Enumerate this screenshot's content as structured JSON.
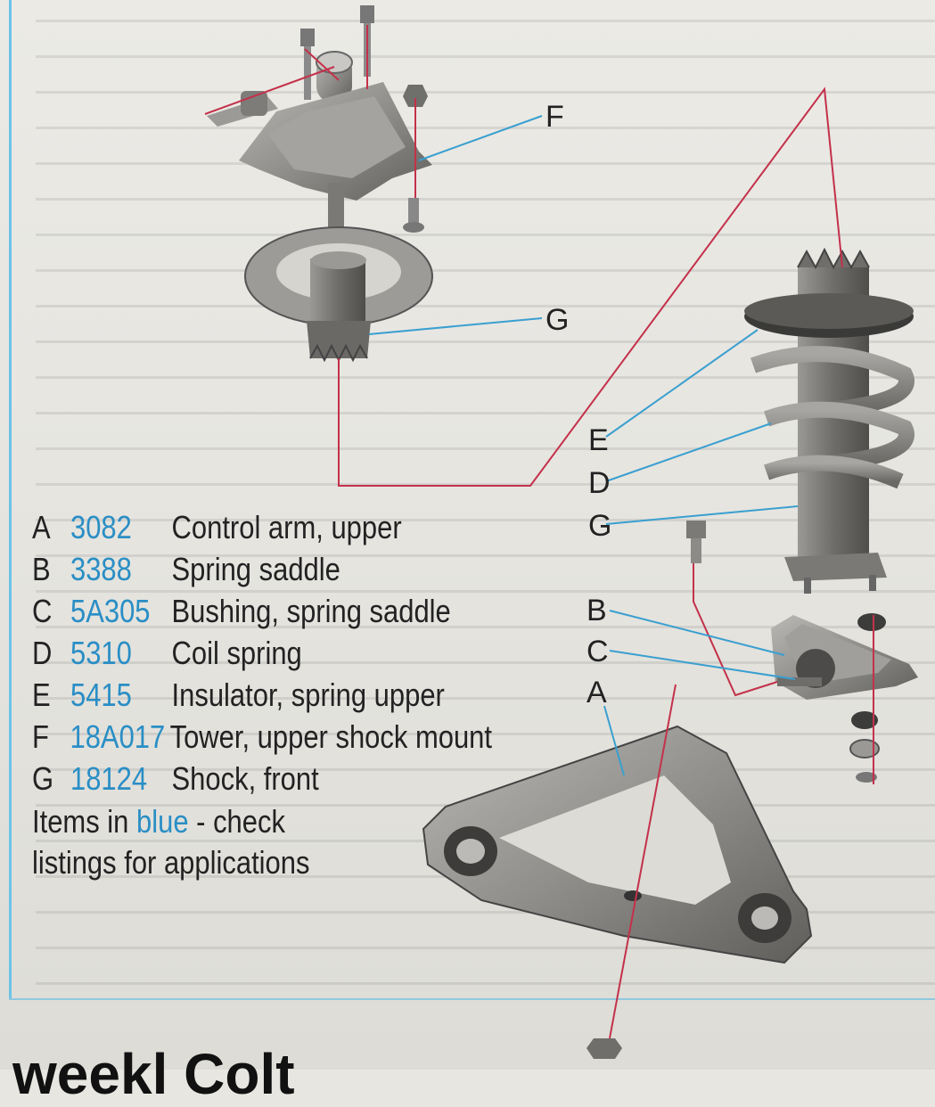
{
  "legend": [
    {
      "letter": "A",
      "code": "3082",
      "description": "Control arm, upper"
    },
    {
      "letter": "B",
      "code": "3388",
      "description": "Spring saddle"
    },
    {
      "letter": "C",
      "code": "5A305",
      "description": "Bushing, spring saddle"
    },
    {
      "letter": "D",
      "code": "5310",
      "description": "Coil spring"
    },
    {
      "letter": "E",
      "code": "5415",
      "description": "Insulator, spring upper"
    },
    {
      "letter": "F",
      "code": "18A017",
      "description": "Tower, upper shock mount"
    },
    {
      "letter": "G",
      "code": "18124",
      "description": "Shock, front"
    }
  ],
  "note": {
    "prefix": "Items in",
    "highlight": "blue",
    "suffix": "- check",
    "line2": "listings for applications"
  },
  "callouts": {
    "F": "F",
    "G_top": "G",
    "E": "E",
    "D": "D",
    "G_side": "G",
    "B": "B",
    "C": "C",
    "A": "A"
  },
  "bottom_heading": "weekl  Colt",
  "colors": {
    "code_blue": "#2a8ec5",
    "leader_blue": "#3a9fd0",
    "assembly_line_red": "#c4314a",
    "part_gray": "#8e8d8b"
  }
}
